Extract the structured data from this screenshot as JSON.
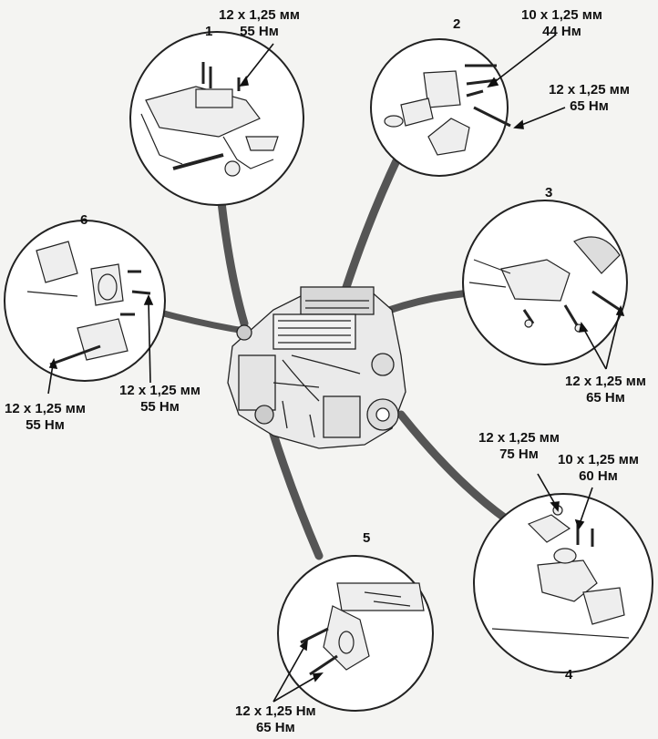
{
  "callouts": [
    {
      "number": "1",
      "spec_lines": [
        {
          "size": "12 x 1,25 мм",
          "torque": "55 Нм"
        }
      ]
    },
    {
      "number": "2",
      "spec_lines": [
        {
          "size": "10 x 1,25 мм",
          "torque": "44 Нм"
        },
        {
          "size": "12 x 1,25 мм",
          "torque": "65 Нм"
        }
      ]
    },
    {
      "number": "3",
      "spec_lines": [
        {
          "size": "12 x 1,25 мм",
          "torque": "65 Нм"
        }
      ]
    },
    {
      "number": "4",
      "spec_lines": [
        {
          "size": "12 x 1,25 мм",
          "torque": "75 Нм"
        },
        {
          "size": "10 x 1,25 мм",
          "torque": "60 Нм"
        }
      ]
    },
    {
      "number": "5",
      "spec_lines": [
        {
          "size": "12 x 1,25 Нм",
          "torque": "65 Нм"
        }
      ]
    },
    {
      "number": "6",
      "spec_lines": [
        {
          "size": "12 x 1,25 мм",
          "torque": "55 Нм"
        },
        {
          "size": "12 x 1,25 мм",
          "torque": "55 Нм"
        }
      ]
    }
  ],
  "colors": {
    "line": "#222222",
    "stroke": "#333333",
    "fill": "#ffffff",
    "band": "#555555"
  }
}
